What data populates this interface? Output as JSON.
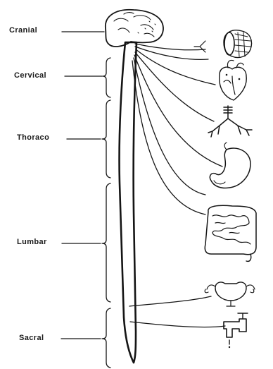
{
  "diagram": {
    "regions": [
      {
        "id": "cranial",
        "label": "Cranial"
      },
      {
        "id": "cervical",
        "label": "Cervical"
      },
      {
        "id": "thoraco",
        "label": "Thoraco"
      },
      {
        "id": "lumbar",
        "label": "Lumbar"
      },
      {
        "id": "sacral",
        "label": "Sacral"
      }
    ],
    "organs": [
      {
        "id": "eye",
        "icon": "eye-icon"
      },
      {
        "id": "heart",
        "icon": "heart-icon"
      },
      {
        "id": "lungs",
        "icon": "bronchi-icon"
      },
      {
        "id": "stomach",
        "icon": "stomach-icon"
      },
      {
        "id": "intestines",
        "icon": "intestines-icon"
      },
      {
        "id": "uterus",
        "icon": "uterus-icon"
      },
      {
        "id": "bladder",
        "icon": "faucet-icon"
      }
    ],
    "colors": {
      "ink": "#151515",
      "background": "#ffffff"
    }
  }
}
